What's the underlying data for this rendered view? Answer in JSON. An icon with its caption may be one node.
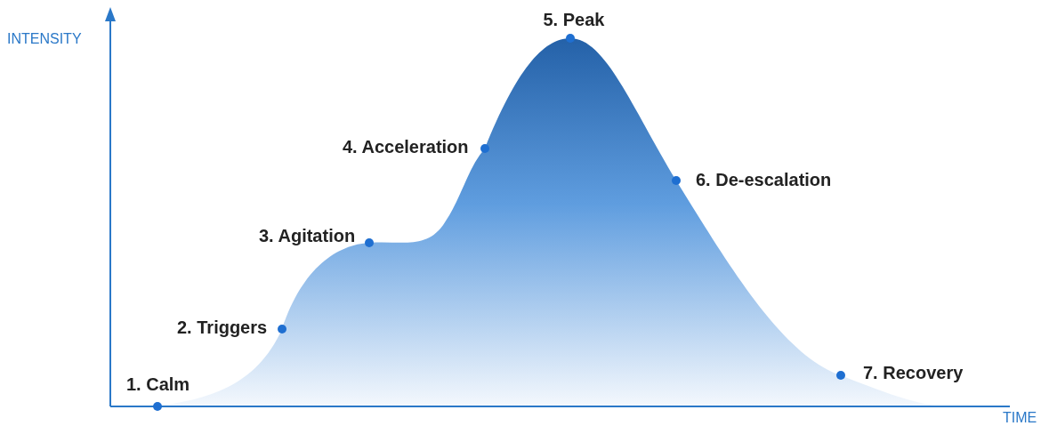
{
  "diagram": {
    "labels": [
      "INTENSITY",
      "5. Peak",
      "4. Acceleration",
      "6. De-escalation",
      "3. Agitation",
      "2. Triggers",
      "1. Calm",
      "7. Recovery",
      "TIME"
    ]
  }
}
